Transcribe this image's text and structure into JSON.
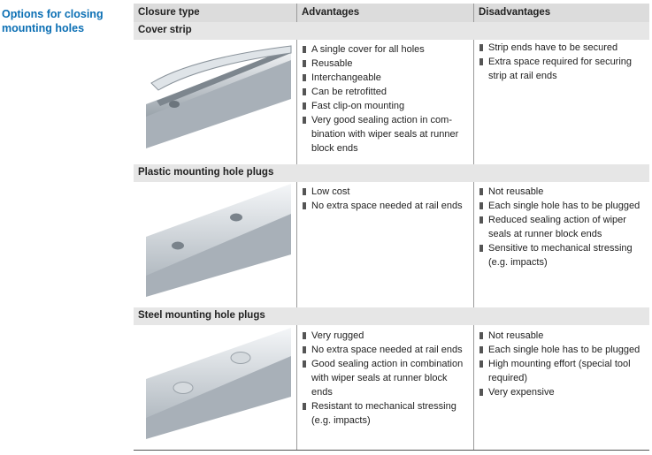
{
  "side_title": "Options for closing mounting holes",
  "headers": {
    "closure_type": "Closure type",
    "advantages": "Advantages",
    "disadvantages": "Disadvantages"
  },
  "rows": [
    {
      "title": "Cover strip",
      "advantages": [
        "A single cover for all holes",
        "Reusable",
        "Interchangeable",
        "Can be retrofitted",
        "Fast clip-on mounting",
        "Very good sealing action in com-bination with wiper seals at runner block ends"
      ],
      "disadvantages": [
        "Strip ends have to be secured",
        "Extra space required for securing strip at rail ends"
      ]
    },
    {
      "title": "Plastic mounting hole plugs",
      "advantages": [
        "Low cost",
        "No extra space needed at rail ends"
      ],
      "disadvantages": [
        "Not reusable",
        "Each single hole has to be plugged",
        "Reduced sealing action of wiper seals at runner block ends",
        "Sensitive to mechanical stressing (e.g. impacts)"
      ]
    },
    {
      "title": "Steel mounting hole plugs",
      "advantages": [
        "Very rugged",
        "No extra space needed at rail ends",
        "Good sealing action in combination with wiper seals at runner block ends",
        "Resistant to mechanical stressing (e.g. impacts)"
      ],
      "disadvantages": [
        "Not reusable",
        "Each single hole has to be plugged",
        "High mounting effort (special tool required)",
        "Very expensive"
      ]
    }
  ]
}
